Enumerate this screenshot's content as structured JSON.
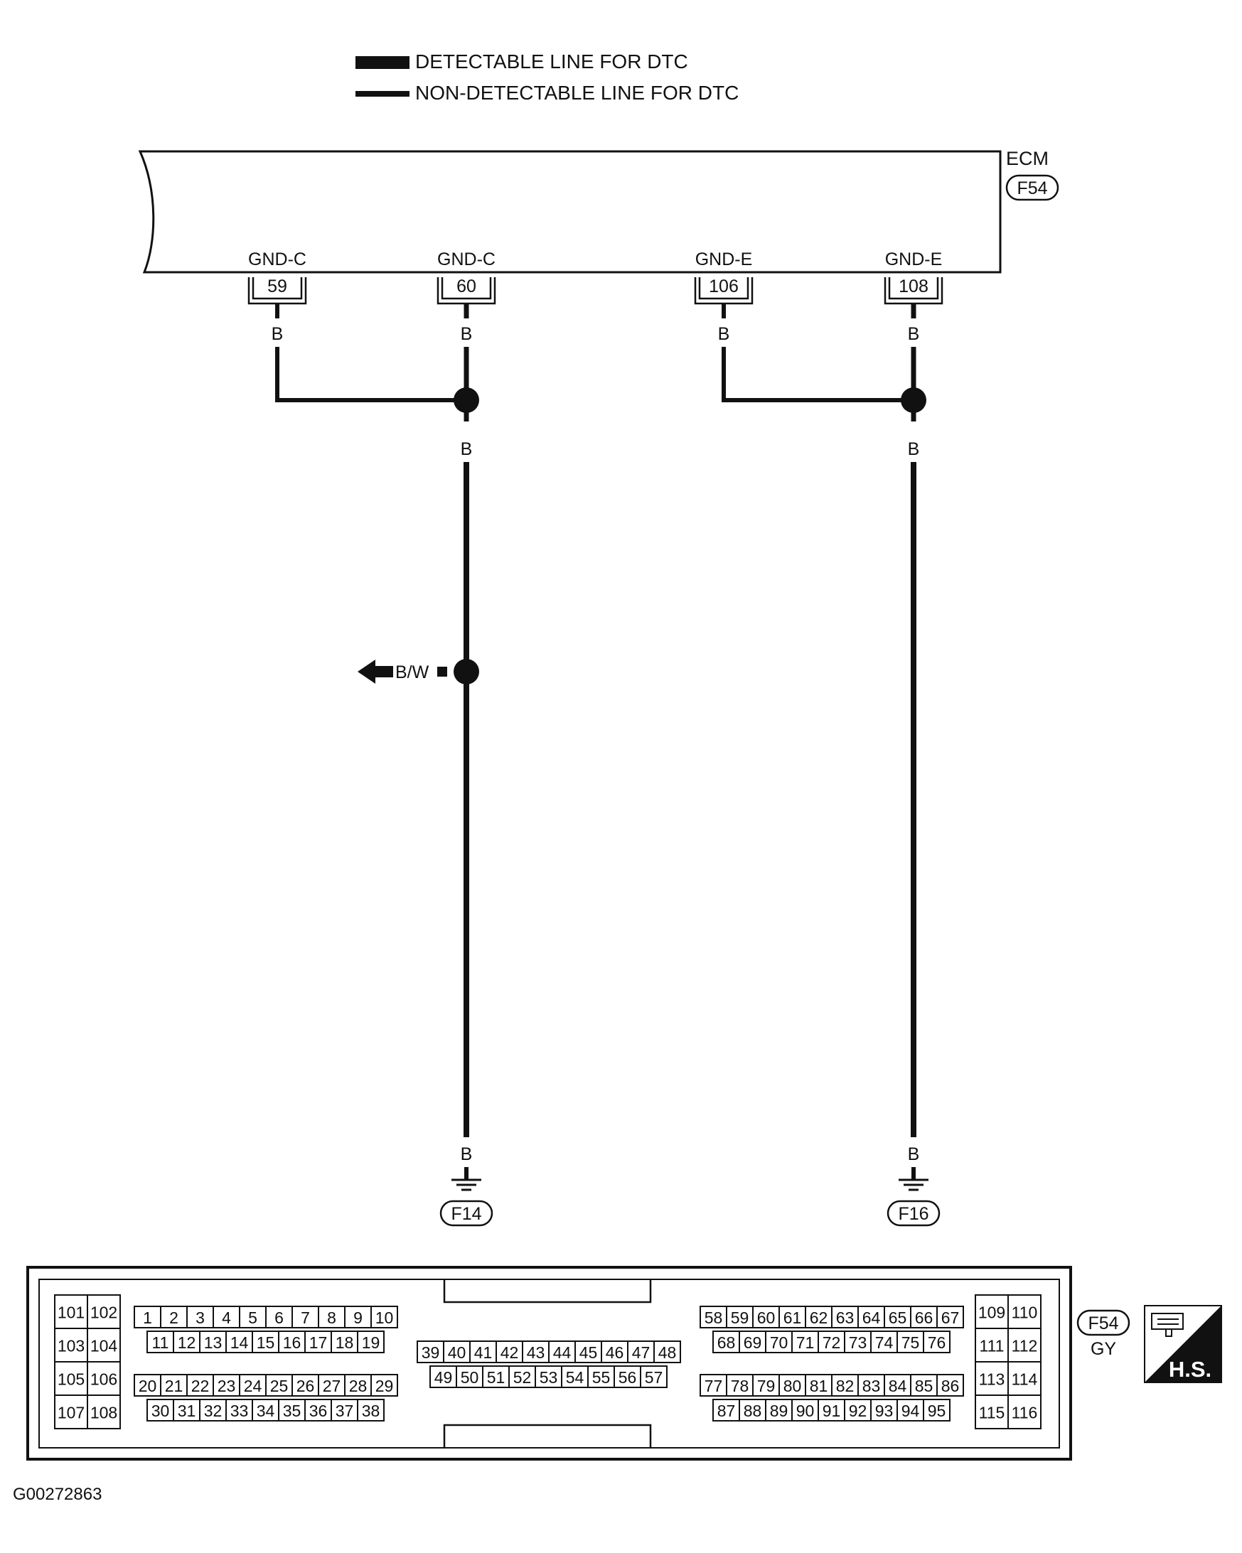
{
  "legend": {
    "detectable": "DETECTABLE LINE FOR DTC",
    "non_detectable": "NON-DETECTABLE LINE FOR DTC"
  },
  "ecm": {
    "name": "ECM",
    "connector": "F54",
    "pins": [
      {
        "name": "GND-C",
        "num": "59"
      },
      {
        "name": "GND-C",
        "num": "60"
      },
      {
        "name": "GND-E",
        "num": "106"
      },
      {
        "name": "GND-E",
        "num": "108"
      }
    ]
  },
  "wires": {
    "color_b": "B",
    "branch_label": "B/W"
  },
  "grounds": [
    "F14",
    "F16"
  ],
  "connector_view": {
    "connector": "F54",
    "color": "GY",
    "hs_badge": "H.S.",
    "pins_left": [
      "101",
      "102",
      "103",
      "104",
      "105",
      "106",
      "107",
      "108"
    ],
    "pins_right": [
      "109",
      "110",
      "111",
      "112",
      "113",
      "114",
      "115",
      "116"
    ],
    "row_1_10": [
      "1",
      "2",
      "3",
      "4",
      "5",
      "6",
      "7",
      "8",
      "9",
      "10"
    ],
    "row_11_19": [
      "11",
      "12",
      "13",
      "14",
      "15",
      "16",
      "17",
      "18",
      "19"
    ],
    "row_20_29": [
      "20",
      "21",
      "22",
      "23",
      "24",
      "25",
      "26",
      "27",
      "28",
      "29"
    ],
    "row_30_38": [
      "30",
      "31",
      "32",
      "33",
      "34",
      "35",
      "36",
      "37",
      "38"
    ],
    "row_39_48": [
      "39",
      "40",
      "41",
      "42",
      "43",
      "44",
      "45",
      "46",
      "47",
      "48"
    ],
    "row_49_57": [
      "49",
      "50",
      "51",
      "52",
      "53",
      "54",
      "55",
      "56",
      "57"
    ],
    "row_58_67": [
      "58",
      "59",
      "60",
      "61",
      "62",
      "63",
      "64",
      "65",
      "66",
      "67"
    ],
    "row_68_76": [
      "68",
      "69",
      "70",
      "71",
      "72",
      "73",
      "74",
      "75",
      "76"
    ],
    "row_77_86": [
      "77",
      "78",
      "79",
      "80",
      "81",
      "82",
      "83",
      "84",
      "85",
      "86"
    ],
    "row_87_95": [
      "87",
      "88",
      "89",
      "90",
      "91",
      "92",
      "93",
      "94",
      "95"
    ]
  },
  "figure_code": "G00272863"
}
